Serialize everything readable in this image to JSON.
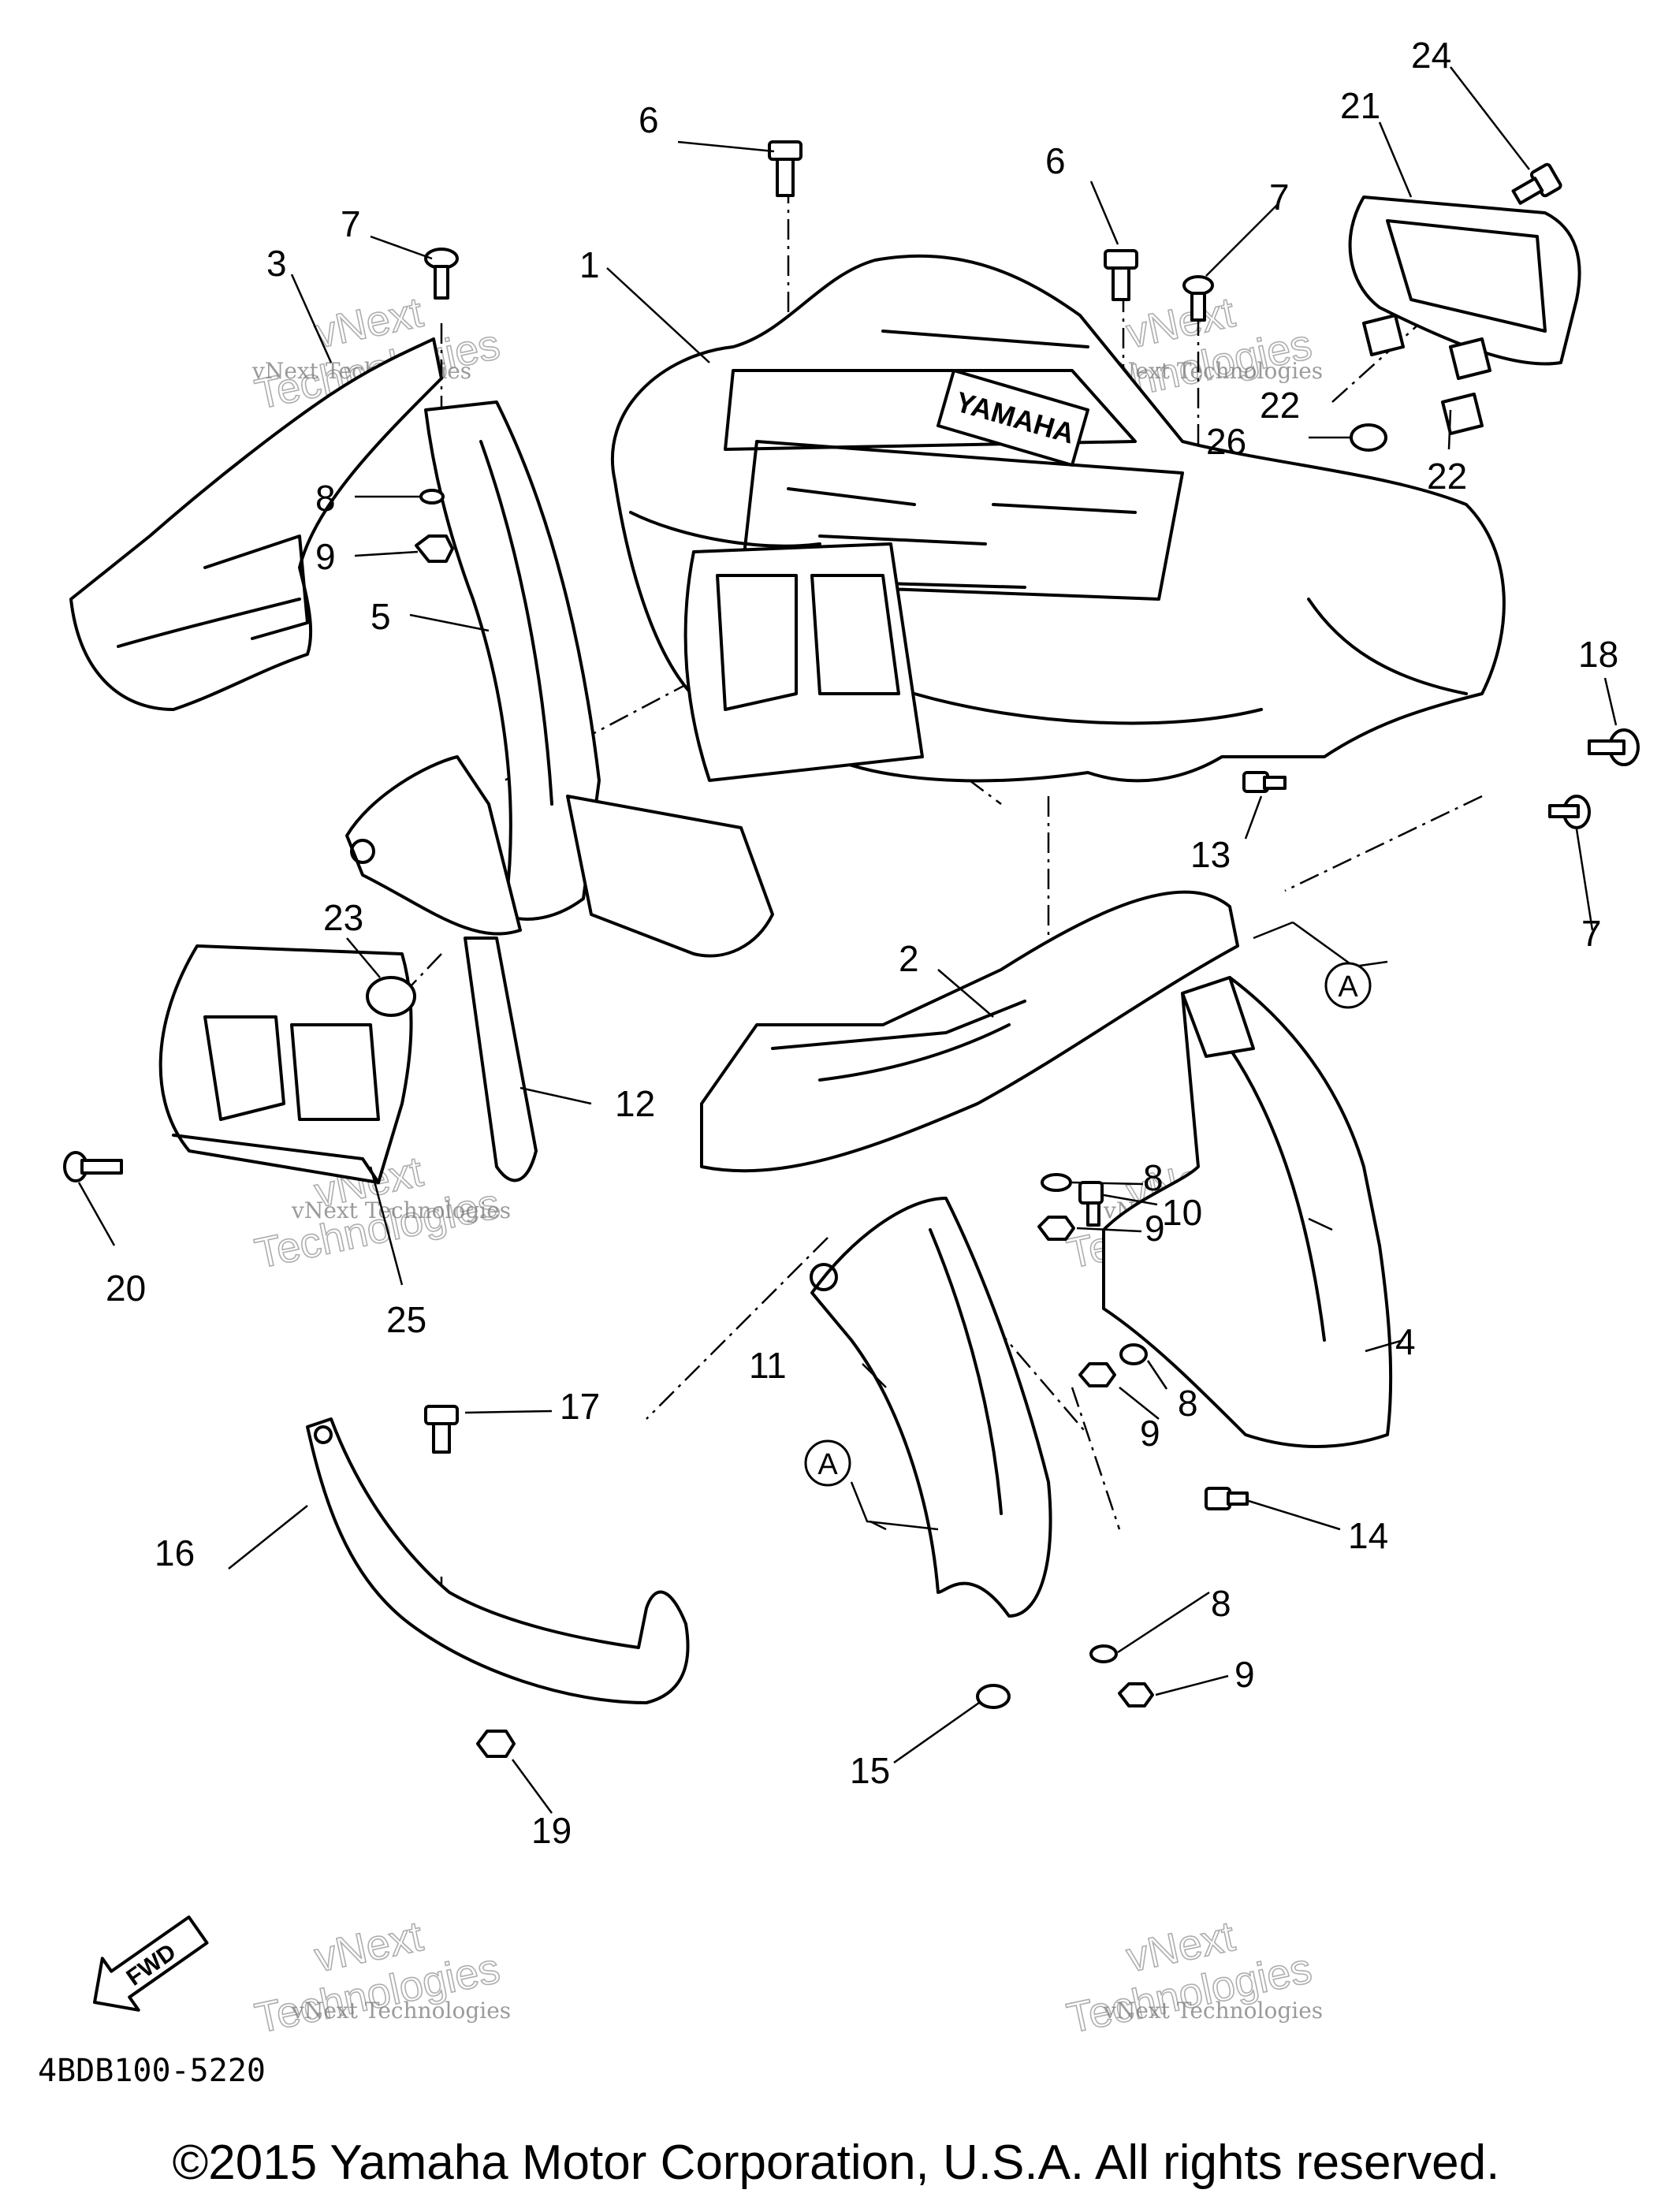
{
  "diagram": {
    "code": "4BDB100-5220",
    "fwd_label": "FWD",
    "brand_label": "YAMAHA",
    "reference_letter": "A",
    "callouts": [
      "1",
      "2",
      "3",
      "4",
      "5",
      "6",
      "6",
      "7",
      "7",
      "7",
      "8",
      "8",
      "8",
      "8",
      "9",
      "9",
      "9",
      "9",
      "10",
      "11",
      "12",
      "13",
      "14",
      "15",
      "16",
      "17",
      "18",
      "19",
      "20",
      "21",
      "22",
      "23",
      "24",
      "25",
      "26",
      "22"
    ]
  },
  "watermark": {
    "line1": "vNext Technologies",
    "line2": "vNext",
    "line3": "Technologies"
  },
  "footer": {
    "copyright": "©2015 Yamaha Motor Corporation, U.S.A. All rights reserved."
  }
}
